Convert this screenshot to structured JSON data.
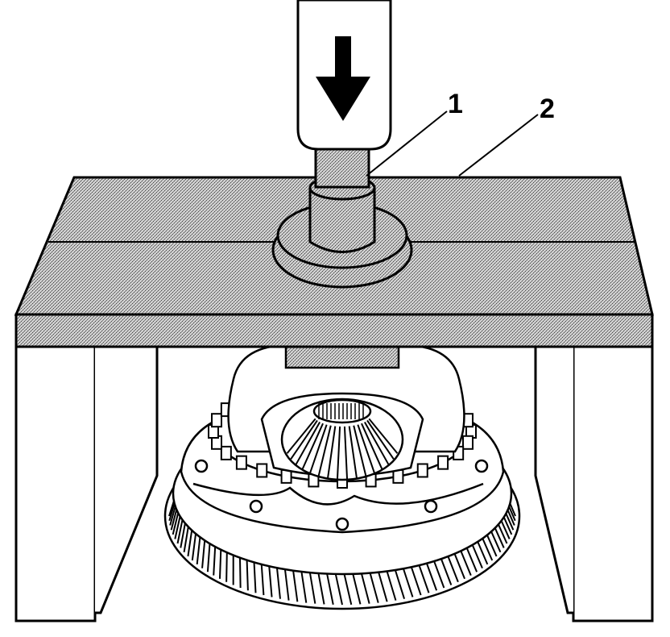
{
  "callouts": [
    {
      "id": "1",
      "label": "1"
    },
    {
      "id": "2",
      "label": "2"
    }
  ],
  "direction_arrow": "down-arrow-icon",
  "colors": {
    "line": "#000000",
    "fill": "#ffffff",
    "plate": "#bdbdbd"
  }
}
